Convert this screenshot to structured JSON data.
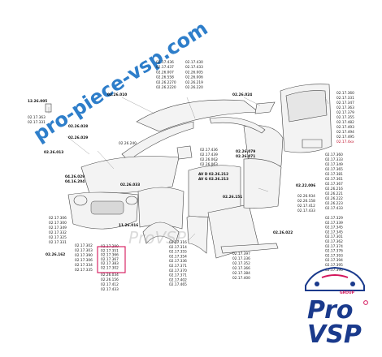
{
  "watermark": {
    "text": "pro-piece-vsp.com",
    "color": "#1d74c6"
  },
  "center_watermark": "ProVSP",
  "brand": {
    "group": "GROUP",
    "pro": "Pro",
    "vsp": "VSP",
    "color": "#1a3a8c",
    "accent": "#d4145a"
  },
  "labels": {
    "l_12_26_005": "12.26.005",
    "l_02_26_010": "02.26.010",
    "l_02_26_024": "02.26.024",
    "l_02_26_028": "02.26.028",
    "l_02_26_029": "02.26.029",
    "l_02_26_013": "02.26.013",
    "l_02_26_240": "02.26.240",
    "l_04_26_029": "04.26.029",
    "l_04_16_204": "04.16.204",
    "l_02_26_033": "02.26.033",
    "l_02_26_151": "02.26.151",
    "l_02_26_162": "02.26.162",
    "l_11_26_016": "11.26.016",
    "l_02_26_022": "02.26.022",
    "l_02_26_079": "02.26.079",
    "l_02_26_071": "02.26.071",
    "l_02_22_006": "02.22.006",
    "l_av_a": "AV D 02.26.212",
    "l_av_b": "AV G 02.26.213",
    "l_04_26_034": "02.26.034"
  },
  "columns": {
    "top_a": [
      "02.17.436",
      "02.17.437",
      "02.26.007",
      "02.26.558",
      "02.26.2270",
      "02.26.2220"
    ],
    "top_b": [
      "02.17.430",
      "02.17.433",
      "02.26.005",
      "02.26.006",
      "02.26.219",
      "02.26.220"
    ],
    "mid_right": [
      "02.17.436",
      "02.17.439",
      "02.26.062",
      "02.26.063"
    ],
    "door_list": [
      "02.17.360",
      "02.17.331",
      "02.17.347",
      "02.17.363",
      "02.17.379",
      "02.17.355",
      "02.17.482",
      "02.17.493",
      "02.17.494",
      "02.17.495",
      "02.17.4xx"
    ],
    "side_right": [
      "02.17.360",
      "02.17.333",
      "02.17.349",
      "02.17.365",
      "02.17.381",
      "02.17.361",
      "02.17.367",
      "02.26.216",
      "02.26.221",
      "02.26.222",
      "02.26.223",
      "02.17.433"
    ],
    "left_top": [
      "02.17.363",
      "02.17.331"
    ],
    "left_low": [
      "02.17.306",
      "02.17.300",
      "02.17.349",
      "02.17.332",
      "02.17.325",
      "02.17.331"
    ],
    "bottom_center": [
      "02.17.302",
      "02.17.303",
      "02.17.390",
      "02.17.306",
      "02.17.334",
      "02.17.335"
    ],
    "pink_box": [
      "02.17.299",
      "02.17.351",
      "02.17.366",
      "02.17.367",
      "02.17.383",
      "02.17.302"
    ],
    "pink_after": [
      "02.26.034",
      "02.26.156",
      "02.17.412",
      "02.17.433"
    ],
    "mid_bottom": [
      "02.17.316",
      "02.17.314",
      "02.17.355",
      "02.17.354",
      "02.17.336",
      "02.17.371",
      "02.17.370",
      "02.17.371",
      "02.17.402",
      "02.17.465"
    ],
    "right_bottom_a": [
      "02.17.397",
      "02.17.336",
      "02.17.352",
      "02.17.366",
      "02.17.384",
      "02.17.400"
    ],
    "mid_stack": [
      "02.26.934",
      "02.26.158",
      "02.17.412",
      "02.17.433"
    ],
    "right_bottom_b": [
      "02.17.329",
      "02.17.339",
      "02.17.345",
      "02.17.345",
      "02.17.301",
      "02.17.362",
      "02.17.374",
      "02.17.376",
      "02.17.393",
      "02.17.394",
      "02.17.395",
      "02.17.396"
    ]
  }
}
